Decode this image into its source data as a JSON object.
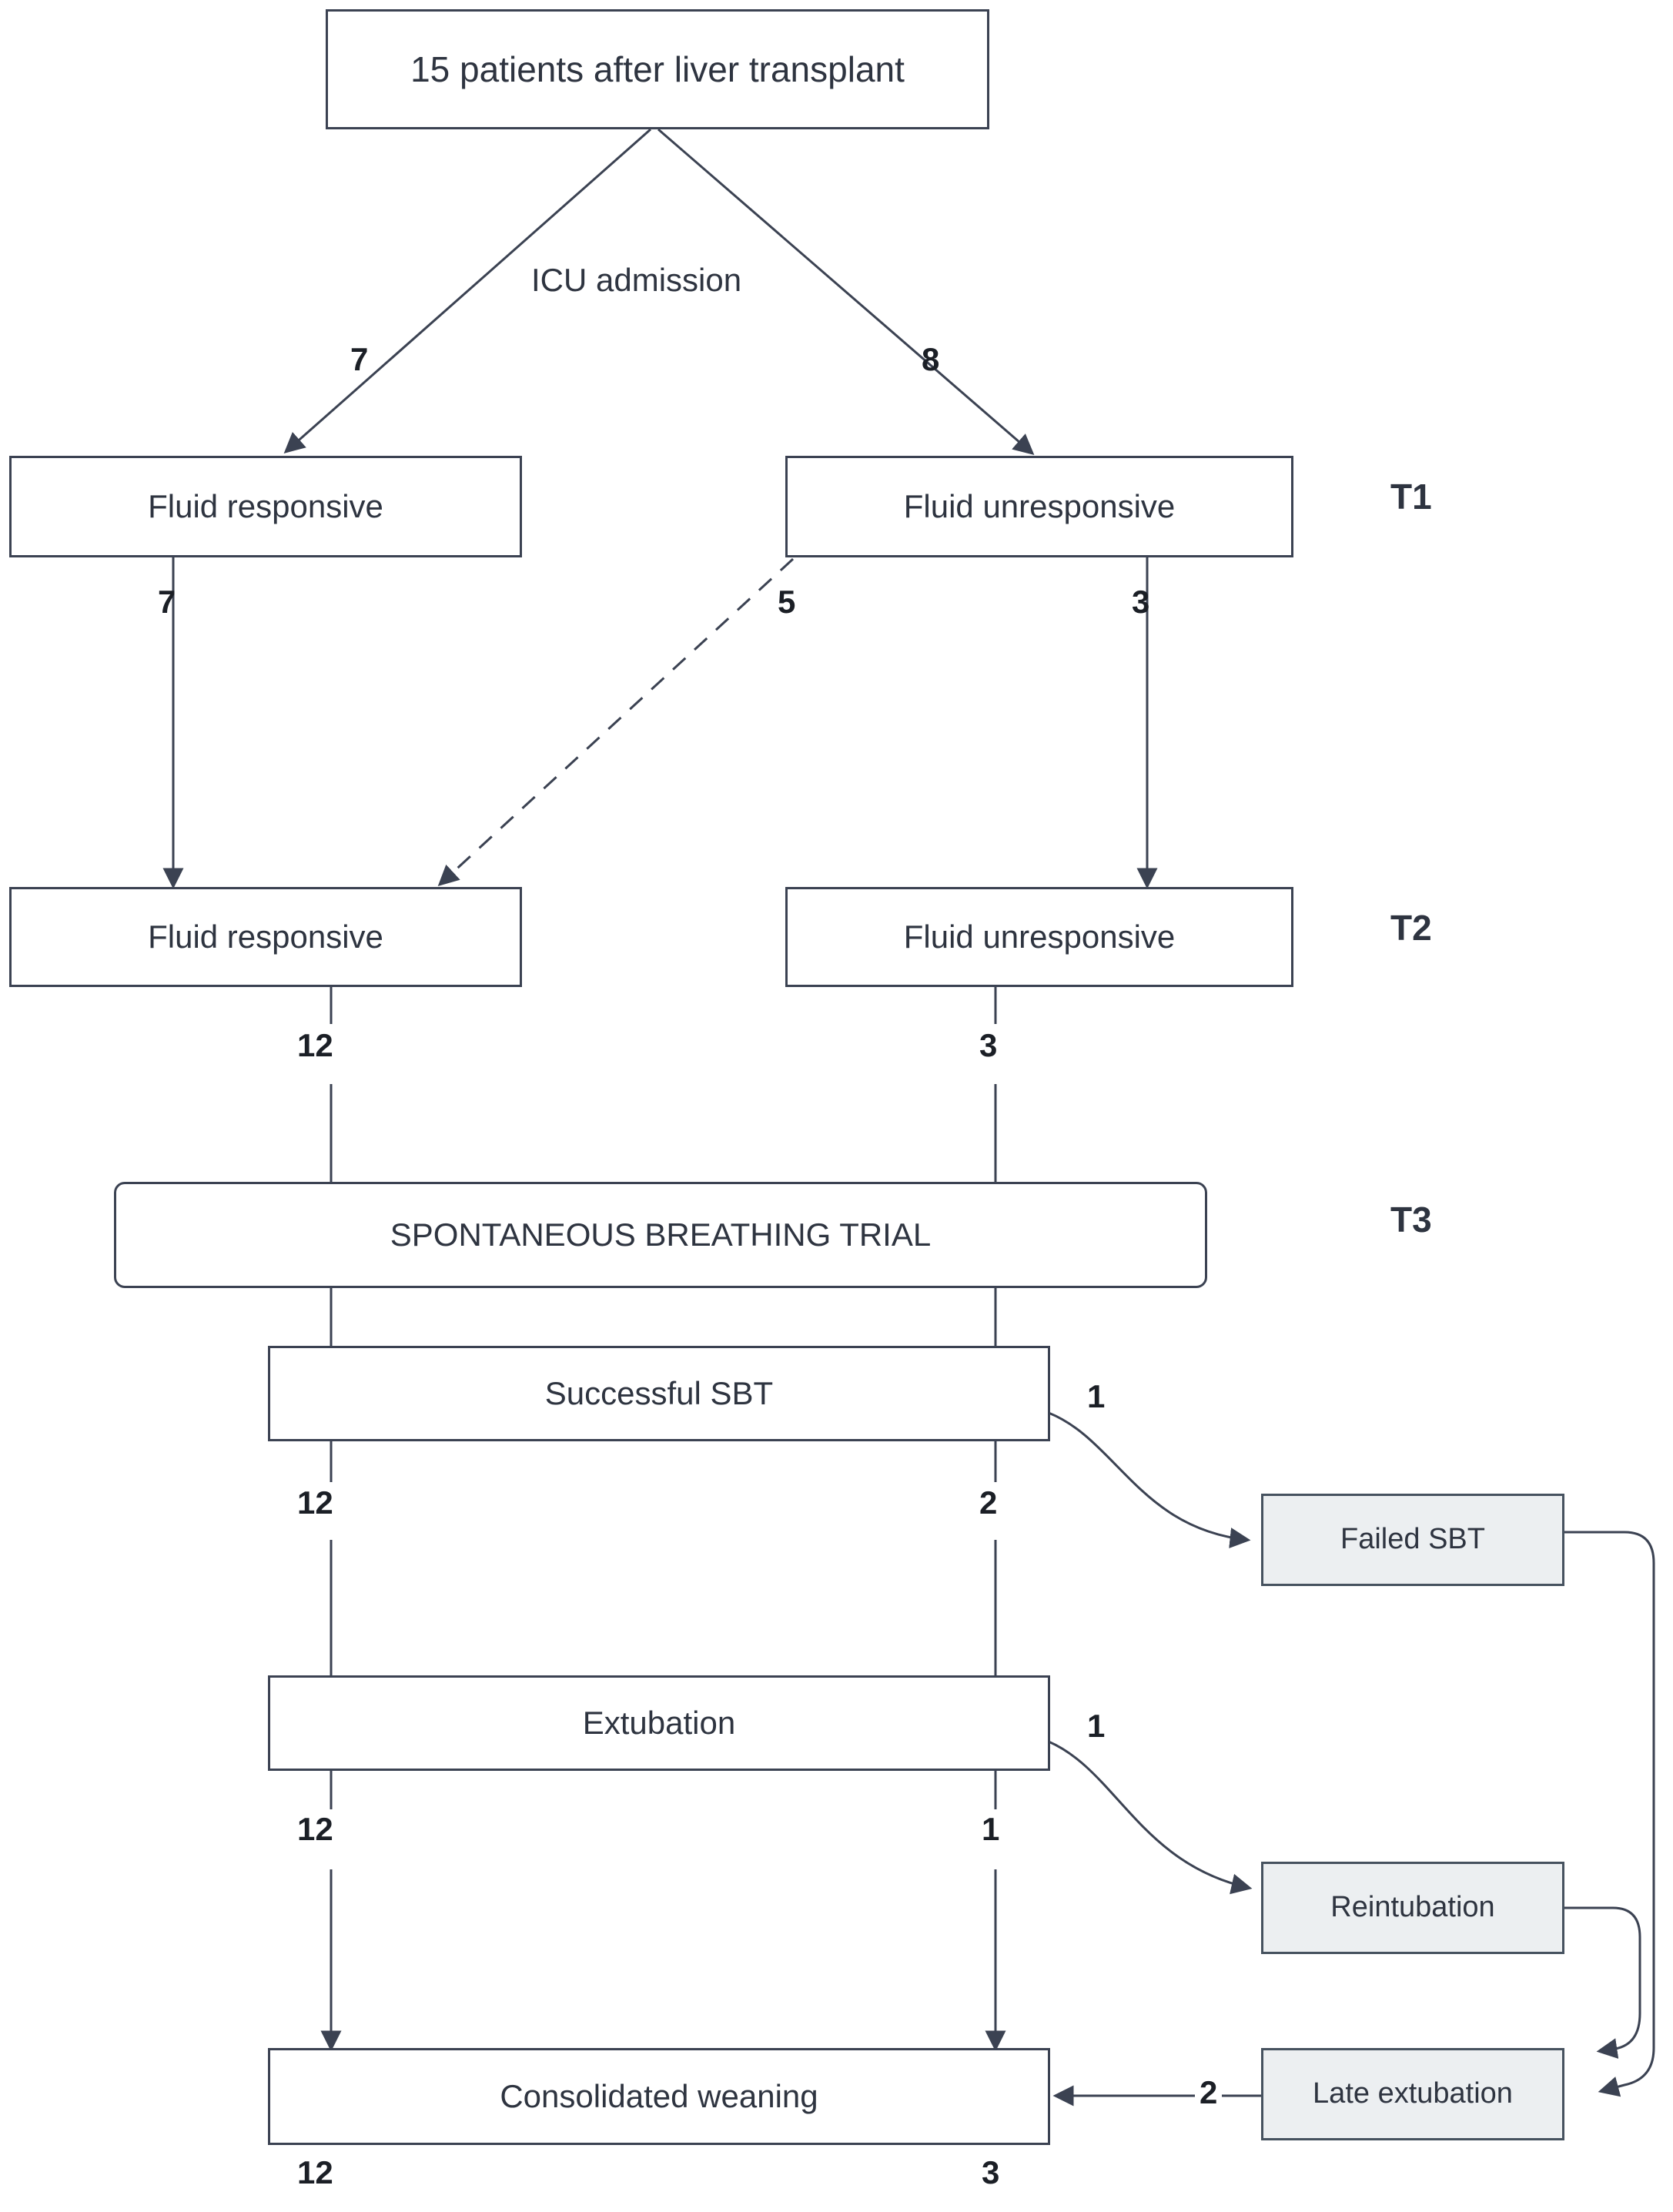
{
  "diagram": {
    "title_box": {
      "label": "15 patients after liver transplant"
    },
    "stages": [
      {
        "id": "t1",
        "label": "T1"
      },
      {
        "id": "t2",
        "label": "T2"
      },
      {
        "id": "t3",
        "label": "T3"
      }
    ],
    "nodes": [
      {
        "id": "root",
        "label": "15 patients after liver transplant",
        "style": "plain"
      },
      {
        "id": "t1-responsive",
        "label": "Fluid responsive",
        "style": "plain"
      },
      {
        "id": "t1-unresponsive",
        "label": "Fluid unresponsive",
        "style": "plain"
      },
      {
        "id": "t2-responsive",
        "label": "Fluid responsive",
        "style": "plain"
      },
      {
        "id": "t2-unresponsive",
        "label": "Fluid unresponsive",
        "style": "plain"
      },
      {
        "id": "sbt",
        "label": "SPONTANEOUS BREATHING TRIAL",
        "style": "plain-rounded"
      },
      {
        "id": "successful-sbt",
        "label": "Successful SBT",
        "style": "plain"
      },
      {
        "id": "extubation",
        "label": "Extubation",
        "style": "plain"
      },
      {
        "id": "consolidated",
        "label": "Consolidated weaning",
        "style": "plain"
      },
      {
        "id": "failed-sbt",
        "label": "Failed SBT",
        "style": "shaded"
      },
      {
        "id": "reintubation",
        "label": "Reintubation",
        "style": "shaded"
      },
      {
        "id": "late-extubation",
        "label": "Late extubation",
        "style": "shaded"
      }
    ],
    "edge_labels": {
      "icu_admission": "ICU admission",
      "root_to_t1_responsive": "7",
      "root_to_t1_unresponsive": "8",
      "t1_responsive_to_t2_responsive": "7",
      "t1_unresponsive_to_t2_responsive": "5",
      "t1_unresponsive_to_t2_unresponsive": "3",
      "t2_responsive_to_sbt": "12",
      "t2_unresponsive_to_sbt": "3",
      "successful_left": "12",
      "successful_right": "2",
      "successful_to_failed": "1",
      "extubation_left": "12",
      "extubation_right": "1",
      "extubation_to_reintubation": "1",
      "late_extubation_to_consolidated": "2",
      "bottom_left_total": "12",
      "bottom_right_total": "3"
    },
    "colors": {
      "stroke": "#3b4252",
      "text": "#2e3440",
      "shaded_fill": "#eceff1",
      "background": "#ffffff"
    }
  }
}
